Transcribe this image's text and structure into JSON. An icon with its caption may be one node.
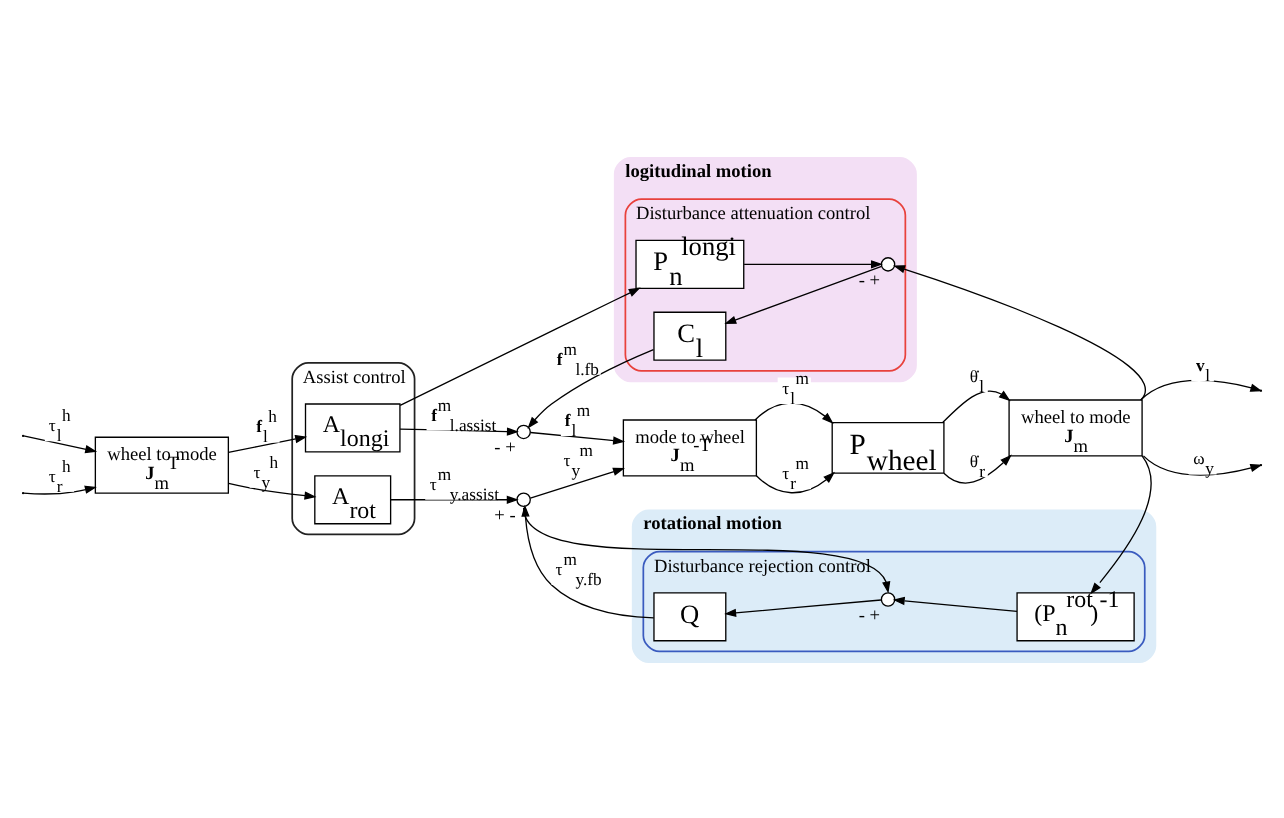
{
  "diagram": {
    "nodes": [
      {
        "text": [
          "logitudinal motion"
        ]
      },
      {
        "text": [
          "Disturbance attenuation control"
        ],
        "in": 0
      },
      {
        "text": [
          "P$_{n}$$^{longi}$"
        ],
        "in": 1
      },
      {
        "text": [],
        "shape": "circle",
        "in": 1,
        "beside": [
          "-",
          "+"
        ]
      },
      {
        "text": [
          "C$_{l}$"
        ],
        "in": 1
      },
      {
        "text": [
          "rotational motion"
        ]
      },
      {
        "text": [
          "Disturbance rejection control"
        ],
        "in": 5
      },
      {
        "text": [
          "(P$_{n}$$^{rot}$)$^{-1}$"
        ],
        "in": 6
      },
      {
        "text": [],
        "shape": "circle",
        "in": 6,
        "beside": [
          "-",
          "+"
        ]
      },
      {
        "text": [
          "Q"
        ],
        "in": 6
      },
      {
        "text": [
          "wheel to mode",
          "**J**$_{m}$$^{T}$"
        ]
      },
      {
        "text": [
          "Assist control"
        ]
      },
      {
        "text": [
          "A$_{longi}$"
        ],
        "in": 11
      },
      {
        "text": [
          "A$_{rot}$"
        ],
        "in": 11
      },
      {
        "text": [],
        "shape": "circle",
        "beside": [
          "-",
          "+"
        ]
      },
      {
        "text": [],
        "shape": "circle",
        "beside": [
          "+",
          "-"
        ]
      },
      {
        "text": [
          "mode to wheel",
          "**J**$_{m}$$^{-T}$"
        ]
      },
      {
        "text": [
          "P$_{wheel}$"
        ]
      },
      {
        "text": [
          "wheel to mode",
          "**J**$_{m}$"
        ]
      }
    ],
    "edges": [
      {
        "from": null,
        "to": 10,
        "arrow": "to",
        "label": "τ$_{l}$$^{h}$"
      },
      {
        "from": null,
        "to": 10,
        "arrow": "to",
        "label": "τ$_{r}$$^{h}$"
      },
      {
        "from": 10,
        "to": 12,
        "arrow": "to",
        "label": "**f**$_{l}$$^{h}$"
      },
      {
        "from": 10,
        "to": 13,
        "arrow": "to",
        "label": "τ$_{y}$$^{h}$"
      },
      {
        "from": 12,
        "to": 14,
        "arrow": "to",
        "label": "**f**$^{m}$$_{l.assist}$"
      },
      {
        "from": 12,
        "to": 2,
        "arrow": "to"
      },
      {
        "from": 13,
        "to": 15,
        "arrow": "to",
        "label": "τ$^{m}$$_{y.assist}$"
      },
      {
        "from": 14,
        "to": 16,
        "arrow": "to",
        "label": "**f**$_{l}$$^{m}$"
      },
      {
        "from": 15,
        "to": 16,
        "arrow": "to",
        "label": "τ$_{y}$$^{m}$"
      },
      {
        "from": 15,
        "to": 8,
        "arrow": "to"
      },
      {
        "from": 16,
        "to": 17,
        "arrow": "to",
        "label": "τ$_{l}$$^{m}$"
      },
      {
        "from": 16,
        "to": 17,
        "arrow": "to",
        "label": "τ$_{r}$$^{m}$"
      },
      {
        "from": 17,
        "to": 18,
        "arrow": "to",
        "label": "θ̇$_{l}$"
      },
      {
        "from": 17,
        "to": 18,
        "arrow": "to",
        "label": "θ̇$_{r}$"
      },
      {
        "from": 18,
        "to": null,
        "arrow": "to",
        "label": "**v**$_{l}$"
      },
      {
        "from": 18,
        "to": null,
        "arrow": "to",
        "label": "ω$_{y}$"
      },
      {
        "from": 18,
        "to": 3,
        "arrow": "to"
      },
      {
        "from": 2,
        "to": 3,
        "arrow": "to"
      },
      {
        "from": 3,
        "to": 4,
        "arrow": "to"
      },
      {
        "from": 4,
        "to": 14,
        "arrow": "to",
        "label": "**f**$^{m}$$_{l.fb}$"
      },
      {
        "from": 18,
        "to": 7,
        "arrow": "to"
      },
      {
        "from": 7,
        "to": 8,
        "arrow": "to"
      },
      {
        "from": 8,
        "to": 9,
        "arrow": "to"
      },
      {
        "from": 9,
        "to": 15,
        "arrow": "to",
        "label": "τ$^{m}$$_{y.fb}$"
      }
    ]
  }
}
